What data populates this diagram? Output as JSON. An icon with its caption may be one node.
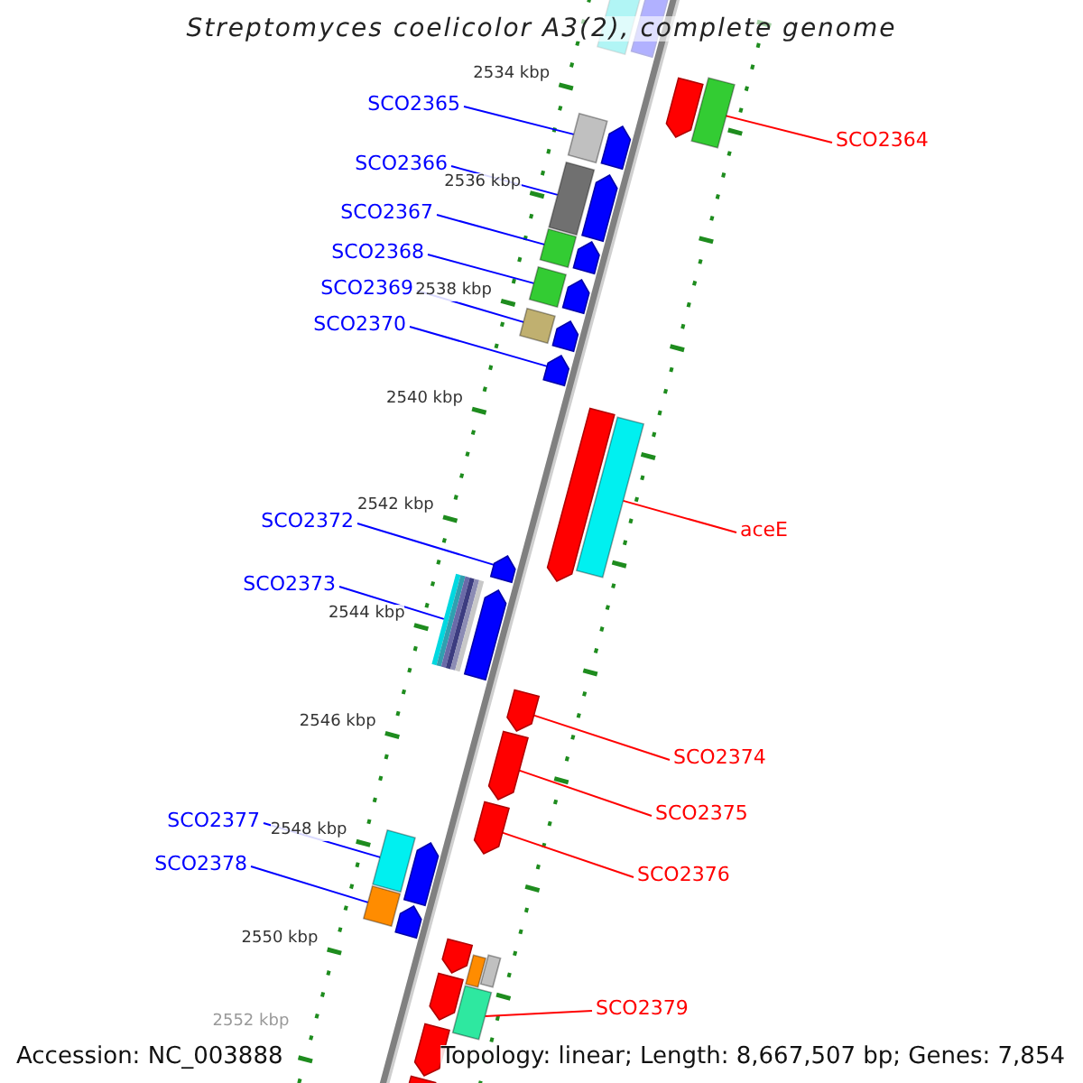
{
  "diagram": {
    "title": "Streptomyces coelicolor A3(2), complete genome",
    "nodes": [
      {
        "text": [
          "SCO2364"
        ]
      },
      {
        "text": [],
        "shape": "box"
      },
      {
        "text": [
          "SCO2365"
        ]
      },
      {
        "text": [],
        "shape": "box"
      },
      {
        "text": [
          "SCO2366"
        ]
      },
      {
        "text": [],
        "shape": "box"
      },
      {
        "text": [
          "SCO2367"
        ]
      },
      {
        "text": [],
        "shape": "box"
      },
      {
        "text": [
          "SCO2368"
        ]
      },
      {
        "text": [],
        "shape": "box"
      },
      {
        "text": [
          "SCO2369"
        ]
      },
      {
        "text": [],
        "shape": "box"
      },
      {
        "text": [
          "SCO2370"
        ]
      },
      {
        "text": [],
        "shape": "pentagon"
      },
      {
        "text": [
          "SCO2372"
        ]
      },
      {
        "text": [],
        "shape": "pentagon"
      },
      {
        "text": [
          "SCO2373"
        ]
      },
      {
        "text": [],
        "shape": "box"
      },
      {
        "text": [
          "aceE"
        ]
      },
      {
        "text": [],
        "shape": "box"
      },
      {
        "text": [
          "SCO2374"
        ]
      },
      {
        "text": [],
        "shape": "pentagon"
      },
      {
        "text": [
          "SCO2375"
        ]
      },
      {
        "text": [],
        "shape": "pentagon"
      },
      {
        "text": [
          "SCO2376"
        ]
      },
      {
        "text": [],
        "shape": "pentagon"
      },
      {
        "text": [
          "SCO2377"
        ]
      },
      {
        "text": [],
        "shape": "box"
      },
      {
        "text": [
          "SCO2378"
        ]
      },
      {
        "text": [],
        "shape": "box"
      },
      {
        "text": [
          "SCO2379"
        ]
      },
      {
        "text": [],
        "shape": "box"
      },
      {
        "text": [],
        "shape": "box"
      },
      {
        "text": [],
        "shape": "pentagon"
      },
      {
        "text": [],
        "shape": "pentagon"
      },
      {
        "text": [],
        "shape": "pentagon"
      },
      {
        "text": [],
        "shape": "pentagon"
      },
      {
        "text": [],
        "shape": "pentagon"
      },
      {
        "text": [],
        "shape": "pentagon"
      },
      {
        "text": [],
        "shape": "pentagon"
      },
      {
        "text": [],
        "shape": "pentagon"
      },
      {
        "text": [],
        "shape": "pentagon"
      },
      {
        "text": [],
        "shape": "pentagon"
      },
      {
        "text": [],
        "shape": "pentagon"
      },
      {
        "text": [],
        "shape": "pentagon"
      },
      {
        "text": [],
        "shape": "box"
      },
      {
        "text": [],
        "shape": "box"
      },
      {
        "text": [],
        "shape": "pentagon"
      },
      {
        "text": [],
        "shape": "pentagon"
      },
      {
        "text": [],
        "shape": "pentagon"
      }
    ],
    "edges": [
      {
        "from": 0,
        "to": 1,
        "arrow": "none",
        "color": "#ff0000"
      },
      {
        "from": 2,
        "to": 3,
        "arrow": "none"
      },
      {
        "from": 4,
        "to": 5,
        "arrow": "none"
      },
      {
        "from": 6,
        "to": 7,
        "arrow": "none"
      },
      {
        "from": 8,
        "to": 9,
        "arrow": "none"
      },
      {
        "from": 10,
        "to": 11,
        "arrow": "none"
      },
      {
        "from": 12,
        "to": 13,
        "arrow": "none"
      },
      {
        "from": 14,
        "to": 15,
        "arrow": "none"
      },
      {
        "from": 16,
        "to": 17,
        "arrow": "none"
      },
      {
        "from": 18,
        "to": 19,
        "arrow": "none",
        "color": "#ff0000"
      },
      {
        "from": 20,
        "to": 21,
        "arrow": "none",
        "color": "#ff0000"
      },
      {
        "from": 22,
        "to": 23,
        "arrow": "none",
        "color": "#ff0000"
      },
      {
        "from": 24,
        "to": 25,
        "arrow": "none",
        "color": "#ff0000"
      },
      {
        "from": 26,
        "to": 27,
        "arrow": "none"
      },
      {
        "from": 28,
        "to": 29,
        "arrow": "none"
      },
      {
        "from": 30,
        "to": 31,
        "arrow": "none",
        "color": "#ff0000"
      }
    ],
    "labels": [
      "2534 kbp",
      "2536 kbp",
      "2538 kbp",
      "2540 kbp",
      "2542 kbp",
      "2544 kbp",
      "2546 kbp",
      "2548 kbp",
      "2550 kbp",
      "2552 kbp",
      "Accession: NC_003888",
      "Topology: linear; Length: 8,667,507 bp; Genes: 7,854"
    ]
  }
}
